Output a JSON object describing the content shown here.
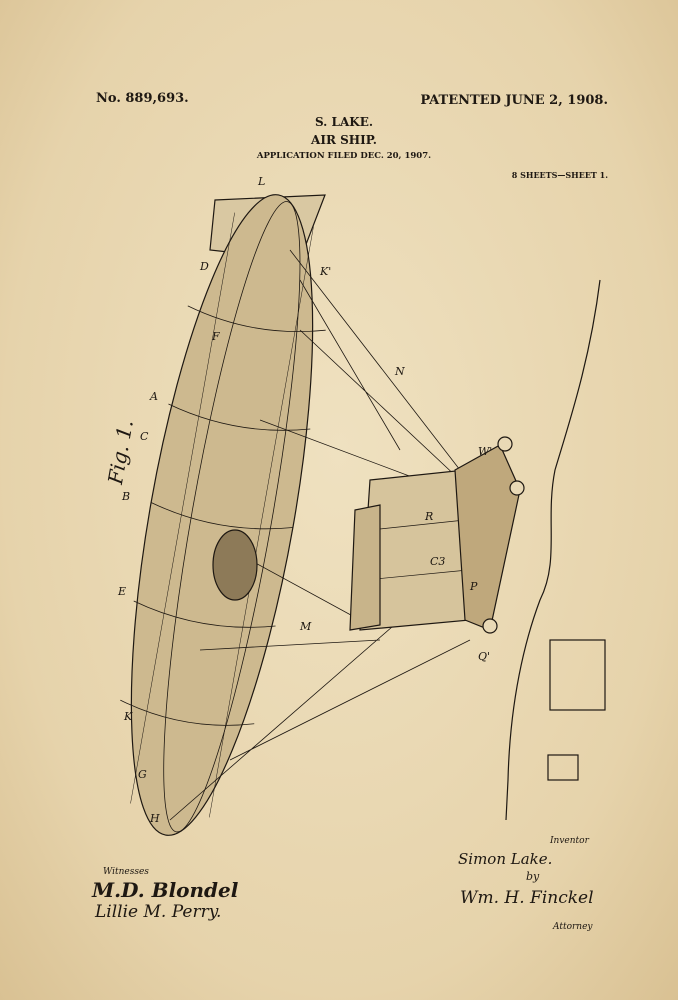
{
  "header": {
    "patent_number": "No. 889,693.",
    "patented_date": "PATENTED JUNE 2, 1908.",
    "inventor_name": "S. LAKE.",
    "title": "AIR SHIP.",
    "application_filed": "APPLICATION FILED DEC. 20, 1907.",
    "sheets": "8 SHEETS—SHEET 1."
  },
  "figure": {
    "label": "Fig. 1.",
    "part_labels": [
      "L",
      "D",
      "F",
      "C",
      "A",
      "B",
      "E",
      "K",
      "G",
      "H",
      "K'",
      "N",
      "M",
      "R",
      "P",
      "Q'",
      "C3",
      "W'"
    ]
  },
  "signatures": {
    "witnesses_label": "Witnesses",
    "witness_1": "M.D. Blondel",
    "witness_2": "Lillie M. Perry.",
    "inventor_label": "Inventor",
    "inventor_signature": "Simon Lake.",
    "by": "by",
    "attorney_signature": "Wm. H. Finckel",
    "attorney_label": "Attorney"
  }
}
